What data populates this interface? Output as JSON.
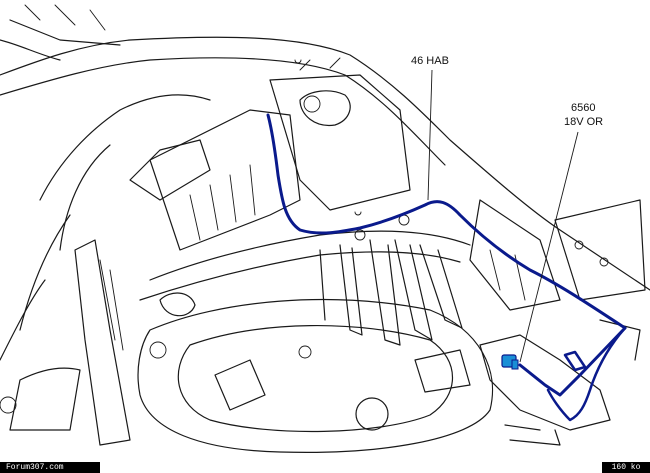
{
  "labels": {
    "top": "46 HAB",
    "right_line1": "6560",
    "right_line2": "18V OR"
  },
  "footer": {
    "site": "Forum307.com",
    "size": "160 ko"
  },
  "colors": {
    "harness": "#0a1a8c",
    "connector": "#1a8fd6",
    "outline": "#1a1a1a"
  }
}
